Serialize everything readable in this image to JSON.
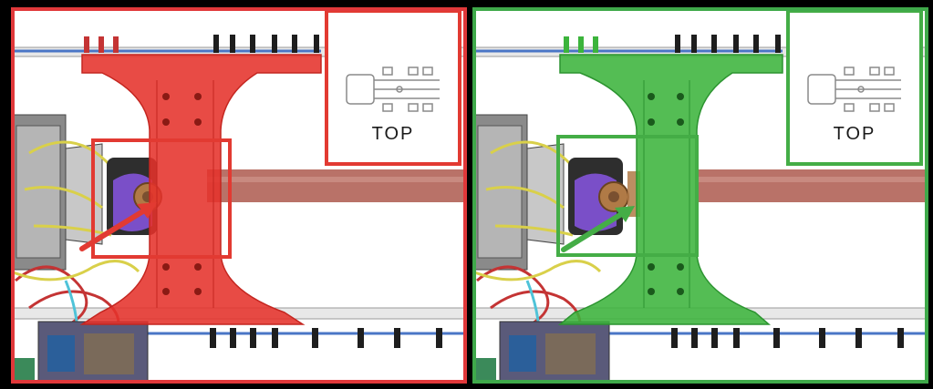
{
  "panels": [
    {
      "id": "left",
      "view_label": "TOP",
      "accent_color": "#e23a32",
      "border_color": "#e0383a",
      "bracket_color": "#e5322b",
      "bracket_dark": "#c42620",
      "arrow_icon": "arrow-up-right-icon"
    },
    {
      "id": "right",
      "view_label": "TOP",
      "accent_color": "#44ad46",
      "border_color": "#3fa94a",
      "bracket_color": "#3cb43c",
      "bracket_dark": "#2c9430",
      "arrow_icon": "arrow-up-right-icon"
    }
  ],
  "colors": {
    "background": "#000000",
    "frame_rail": "#b0776a",
    "crossmember_tube": "#b56a60",
    "caliper": "#2e2e2e",
    "brake_pad": "#7a4fc8",
    "hub": "#b07a46",
    "wiring": "#d9d04a",
    "hose_red": "#c43434",
    "rail_blue": "#4a76c6"
  }
}
